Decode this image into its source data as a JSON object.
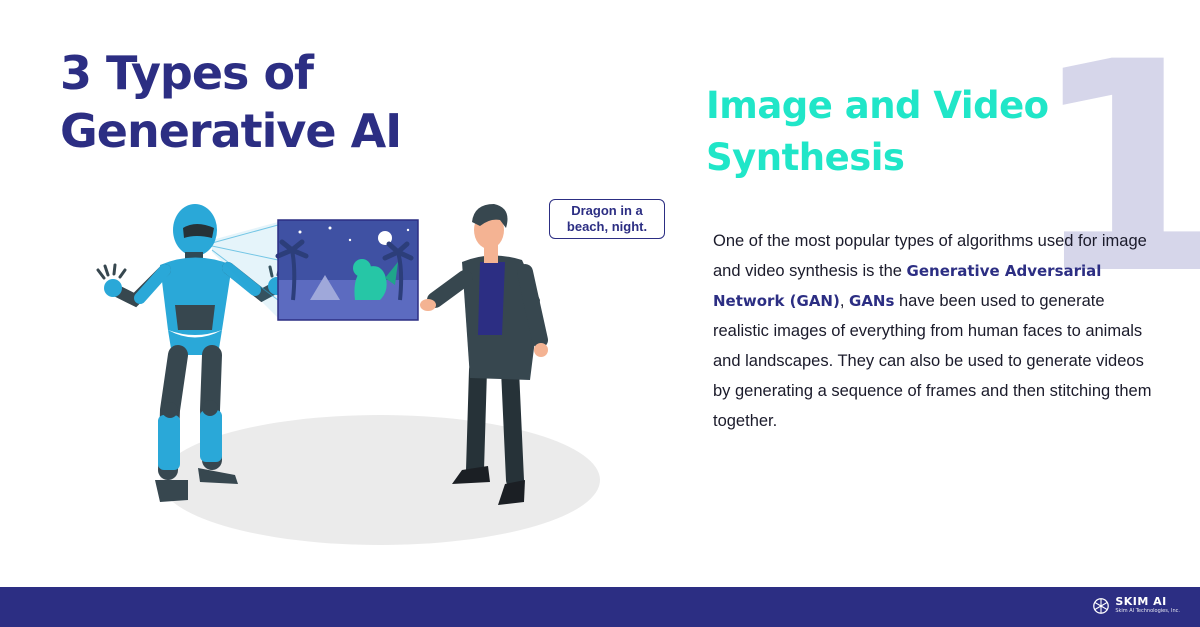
{
  "title": {
    "line1": "3 Types of",
    "line2": "Generative AI"
  },
  "section": {
    "number": "1",
    "title_line1": "Image and Video",
    "title_line2": "Synthesis"
  },
  "body": {
    "part1": "One of the most popular types of algorithms used for image and video synthesis is the ",
    "highlight1": "Generative Adversarial Network (GAN)",
    "part2": ", ",
    "highlight2": "GANs",
    "part3": " have been used to generate realistic images of everything from human faces to animals and landscapes. They can also be used to generate videos by generating a sequence of frames and then stitching them together."
  },
  "illustration": {
    "speech_bubble": "Dragon in a beach, night."
  },
  "footer": {
    "brand_name": "SKIM AI",
    "brand_tagline": "Skim AI Technologies, Inc."
  },
  "colors": {
    "primary": "#2c2e83",
    "accent": "#20e6c8",
    "number": "#d6d6ea",
    "robot": "#2aa8d8"
  }
}
